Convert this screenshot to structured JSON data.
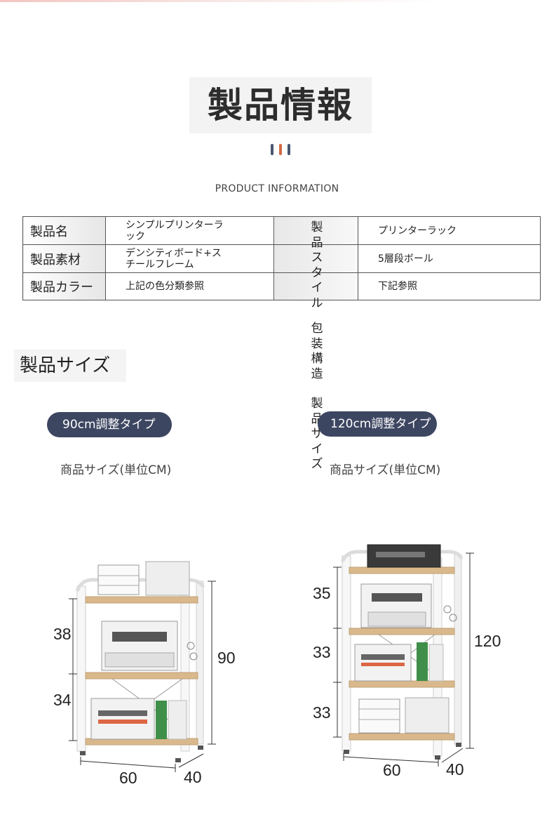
{
  "header": {
    "title": "製品情報",
    "subtitle": "PRODUCT INFORMATION",
    "dot_colors": [
      "#4a5570",
      "#d26a45",
      "#4a5570"
    ]
  },
  "info_table": {
    "rows": [
      {
        "label": "製品名",
        "value": "シンプルプリンターラ\nック",
        "value2": "プリンターラック"
      },
      {
        "label": "製品素材",
        "value": "デンシティボード+ス\nチールフレーム",
        "value2": "5層段ボール"
      },
      {
        "label": "製品カラー",
        "value": "上記の色分類参照",
        "value2": "下記参照"
      }
    ],
    "vertical_labels": [
      "製品スタイル",
      "包装構造",
      "製品サイズ"
    ]
  },
  "size_section": {
    "heading": "製品サイズ",
    "left": {
      "type_label": "90cm調整タイプ",
      "unit_label": "商品サイズ(単位CM)",
      "dims": {
        "shelf1": "38",
        "shelf2": "34",
        "height": "90",
        "width": "60",
        "depth": "40"
      }
    },
    "right": {
      "type_label": "120cm調整タイプ",
      "unit_label": "商品サイズ(単位CM)",
      "dims": {
        "shelf1": "35",
        "shelf2": "33",
        "shelf3": "33",
        "height": "120",
        "width": "60",
        "depth": "40"
      }
    }
  },
  "colors": {
    "pill": "#3d4661",
    "shelf_wood": "#d9b98c",
    "frame": "#f7f7f7"
  }
}
